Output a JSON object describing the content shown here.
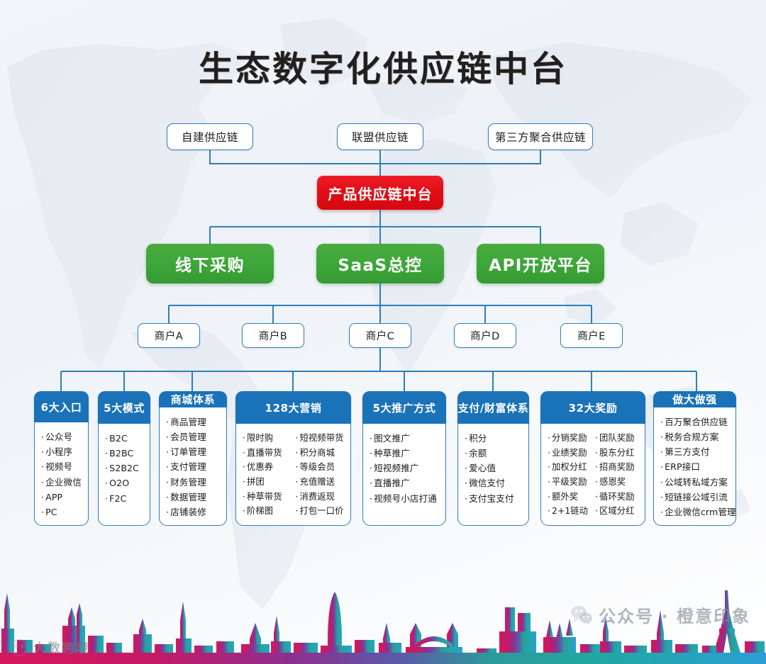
{
  "page": {
    "title": "生态数字化供应链中台",
    "accent_blue": "#1a72b8",
    "accent_red": "#e00c15",
    "accent_green": "#3da63a",
    "line_color": "#2e7fba"
  },
  "supply_sources": [
    {
      "label": "自建供应链"
    },
    {
      "label": "联盟供应链"
    },
    {
      "label": "第三方聚合供应链"
    }
  ],
  "hub": {
    "label": "产品供应链中台"
  },
  "platforms": [
    {
      "label": "线下采购"
    },
    {
      "label": "SaaS总控"
    },
    {
      "label": "API开放平台"
    }
  ],
  "merchants": [
    {
      "label": "商户A"
    },
    {
      "label": "商户B"
    },
    {
      "label": "商户C"
    },
    {
      "label": "商户D"
    },
    {
      "label": "商户E"
    }
  ],
  "cards": [
    {
      "title": "6大入口",
      "columns": [
        [
          "公众号",
          "小程序",
          "视频号",
          "企业微信",
          "APP",
          "PC"
        ]
      ]
    },
    {
      "title": "5大模式",
      "columns": [
        [
          "B2C",
          "B2BC",
          "S2B2C",
          "O2O",
          "F2C"
        ]
      ]
    },
    {
      "title": "商城体系",
      "columns": [
        [
          "商品管理",
          "会员管理",
          "订单管理",
          "支付管理",
          "财务管理",
          "数据管理",
          "店铺装修"
        ]
      ]
    },
    {
      "title": "128大营销",
      "columns": [
        [
          "限时购",
          "直播带货",
          "优惠券",
          "拼团",
          "种草带货",
          "阶梯图"
        ],
        [
          "短视频带货",
          "积分商城",
          "等级会员",
          "充值赠送",
          "消费返现",
          "打包一口价"
        ]
      ]
    },
    {
      "title": "5大推广方式",
      "columns": [
        [
          "图文推广",
          "种草推广",
          "短视频推广",
          "直播推广",
          "视频号小店打通"
        ]
      ]
    },
    {
      "title": "支付/财富体系",
      "columns": [
        [
          "积分",
          "余额",
          "爱心值",
          "微信支付",
          "支付宝支付"
        ]
      ]
    },
    {
      "title": "32大奖励",
      "columns": [
        [
          "分销奖励",
          "业绩奖励",
          "加权分红",
          "平级奖励",
          "额外奖",
          "2+1链动"
        ],
        [
          "团队奖励",
          "股东分红",
          "招商奖励",
          "感恩奖",
          "循环奖励",
          "区域分红"
        ]
      ]
    },
    {
      "title": "做大做强",
      "columns": [
        [
          "百万聚合供应链",
          "税务合规方案",
          "第三方支付",
          "ERP接口",
          "公域转私域方案",
          "短链接公域引流",
          "企业微信crm管理"
        ]
      ]
    }
  ],
  "watermarks": {
    "left": "大数跨境",
    "right": "公众号 · 橙意印象"
  }
}
